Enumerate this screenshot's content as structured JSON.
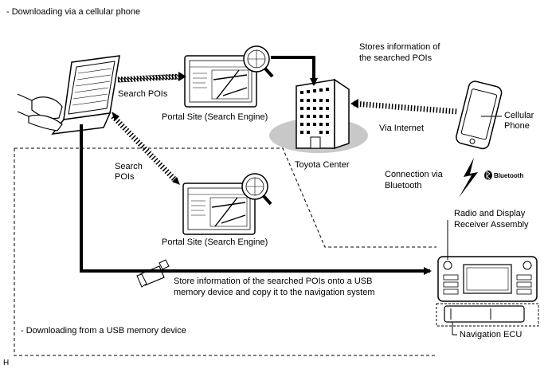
{
  "sections": {
    "cellular": "- Downloading via a cellular phone",
    "usb": "- Downloading from a USB memory device"
  },
  "labels": {
    "search_pois_top": "Search POIs",
    "search_pois_mid_line1": "Search",
    "search_pois_mid_line2": "POIs",
    "portal_site_top": "Portal Site (Search Engine)",
    "portal_site_bottom": "Portal Site (Search Engine)",
    "stores_info_line1": "Stores information of",
    "stores_info_line2": "the searched POIs",
    "toyota_center": "Toyota Center",
    "via_internet": "Via Internet",
    "cellular_phone_line1": "Cellular",
    "cellular_phone_line2": "Phone",
    "connection_line1": "Connection via",
    "connection_line2": "Bluetooth",
    "bluetooth_logo": "Bluetooth",
    "radio_line1": "Radio and Display",
    "radio_line2": "Receiver Assembly",
    "usb_store_line1": "Store information of the searched POIs onto a USB",
    "usb_store_line2": "memory device and copy it to the navigation system",
    "navigation_ecu": "Navigation ECU",
    "corner_mark": "H"
  }
}
